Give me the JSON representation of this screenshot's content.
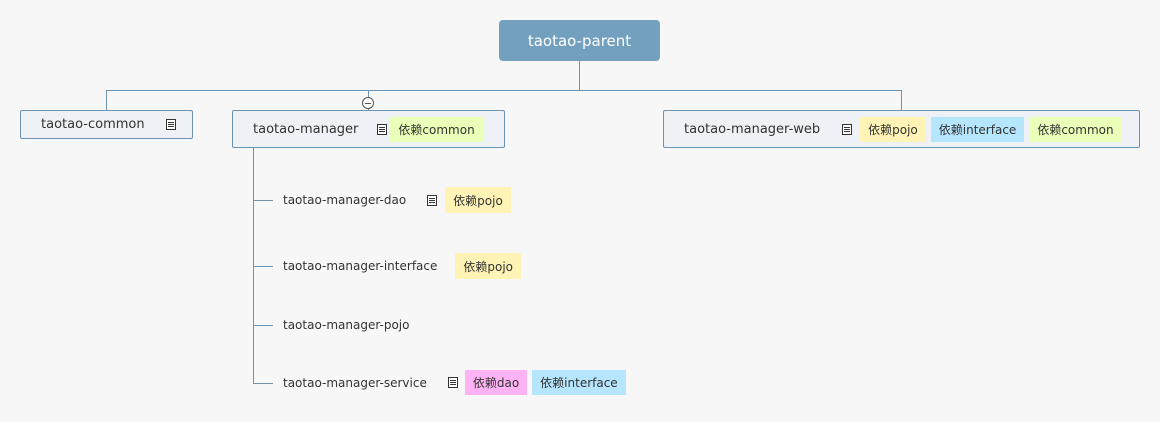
{
  "root": {
    "label": "taotao-parent"
  },
  "children": {
    "common": {
      "label": "taotao-common",
      "has_note": true,
      "tags": []
    },
    "manager": {
      "label": "taotao-manager",
      "has_note": true,
      "tags": [
        {
          "text": "依赖common",
          "color": "#eaffb7"
        }
      ],
      "subnodes": [
        {
          "label": "taotao-manager-dao",
          "has_note": true,
          "tags": [
            {
              "text": "依赖pojo",
              "color": "#fff4b5"
            }
          ]
        },
        {
          "label": "taotao-manager-interface",
          "has_note": false,
          "tags": [
            {
              "text": "依赖pojo",
              "color": "#fff4b5"
            }
          ]
        },
        {
          "label": "taotao-manager-pojo",
          "has_note": false,
          "tags": []
        },
        {
          "label": "taotao-manager-service",
          "has_note": true,
          "tags": [
            {
              "text": "依赖dao",
              "color": "#ffb3f5"
            },
            {
              "text": "依赖interface",
              "color": "#b6e6fd"
            }
          ]
        }
      ]
    },
    "web": {
      "label": "taotao-manager-web",
      "has_note": true,
      "tags": [
        {
          "text": "依赖pojo",
          "color": "#fff4b5"
        },
        {
          "text": "依赖interface",
          "color": "#b6e6fd"
        },
        {
          "text": "依赖common",
          "color": "#eaffb7"
        }
      ]
    }
  },
  "icons": {
    "note": "note-icon",
    "collapse": "collapse-toggle-icon"
  },
  "colors": {
    "root_fill": "#73a0bf",
    "node_fill": "#eef2f6",
    "connector": "#6d93b3",
    "background": "#f7f7f7"
  }
}
